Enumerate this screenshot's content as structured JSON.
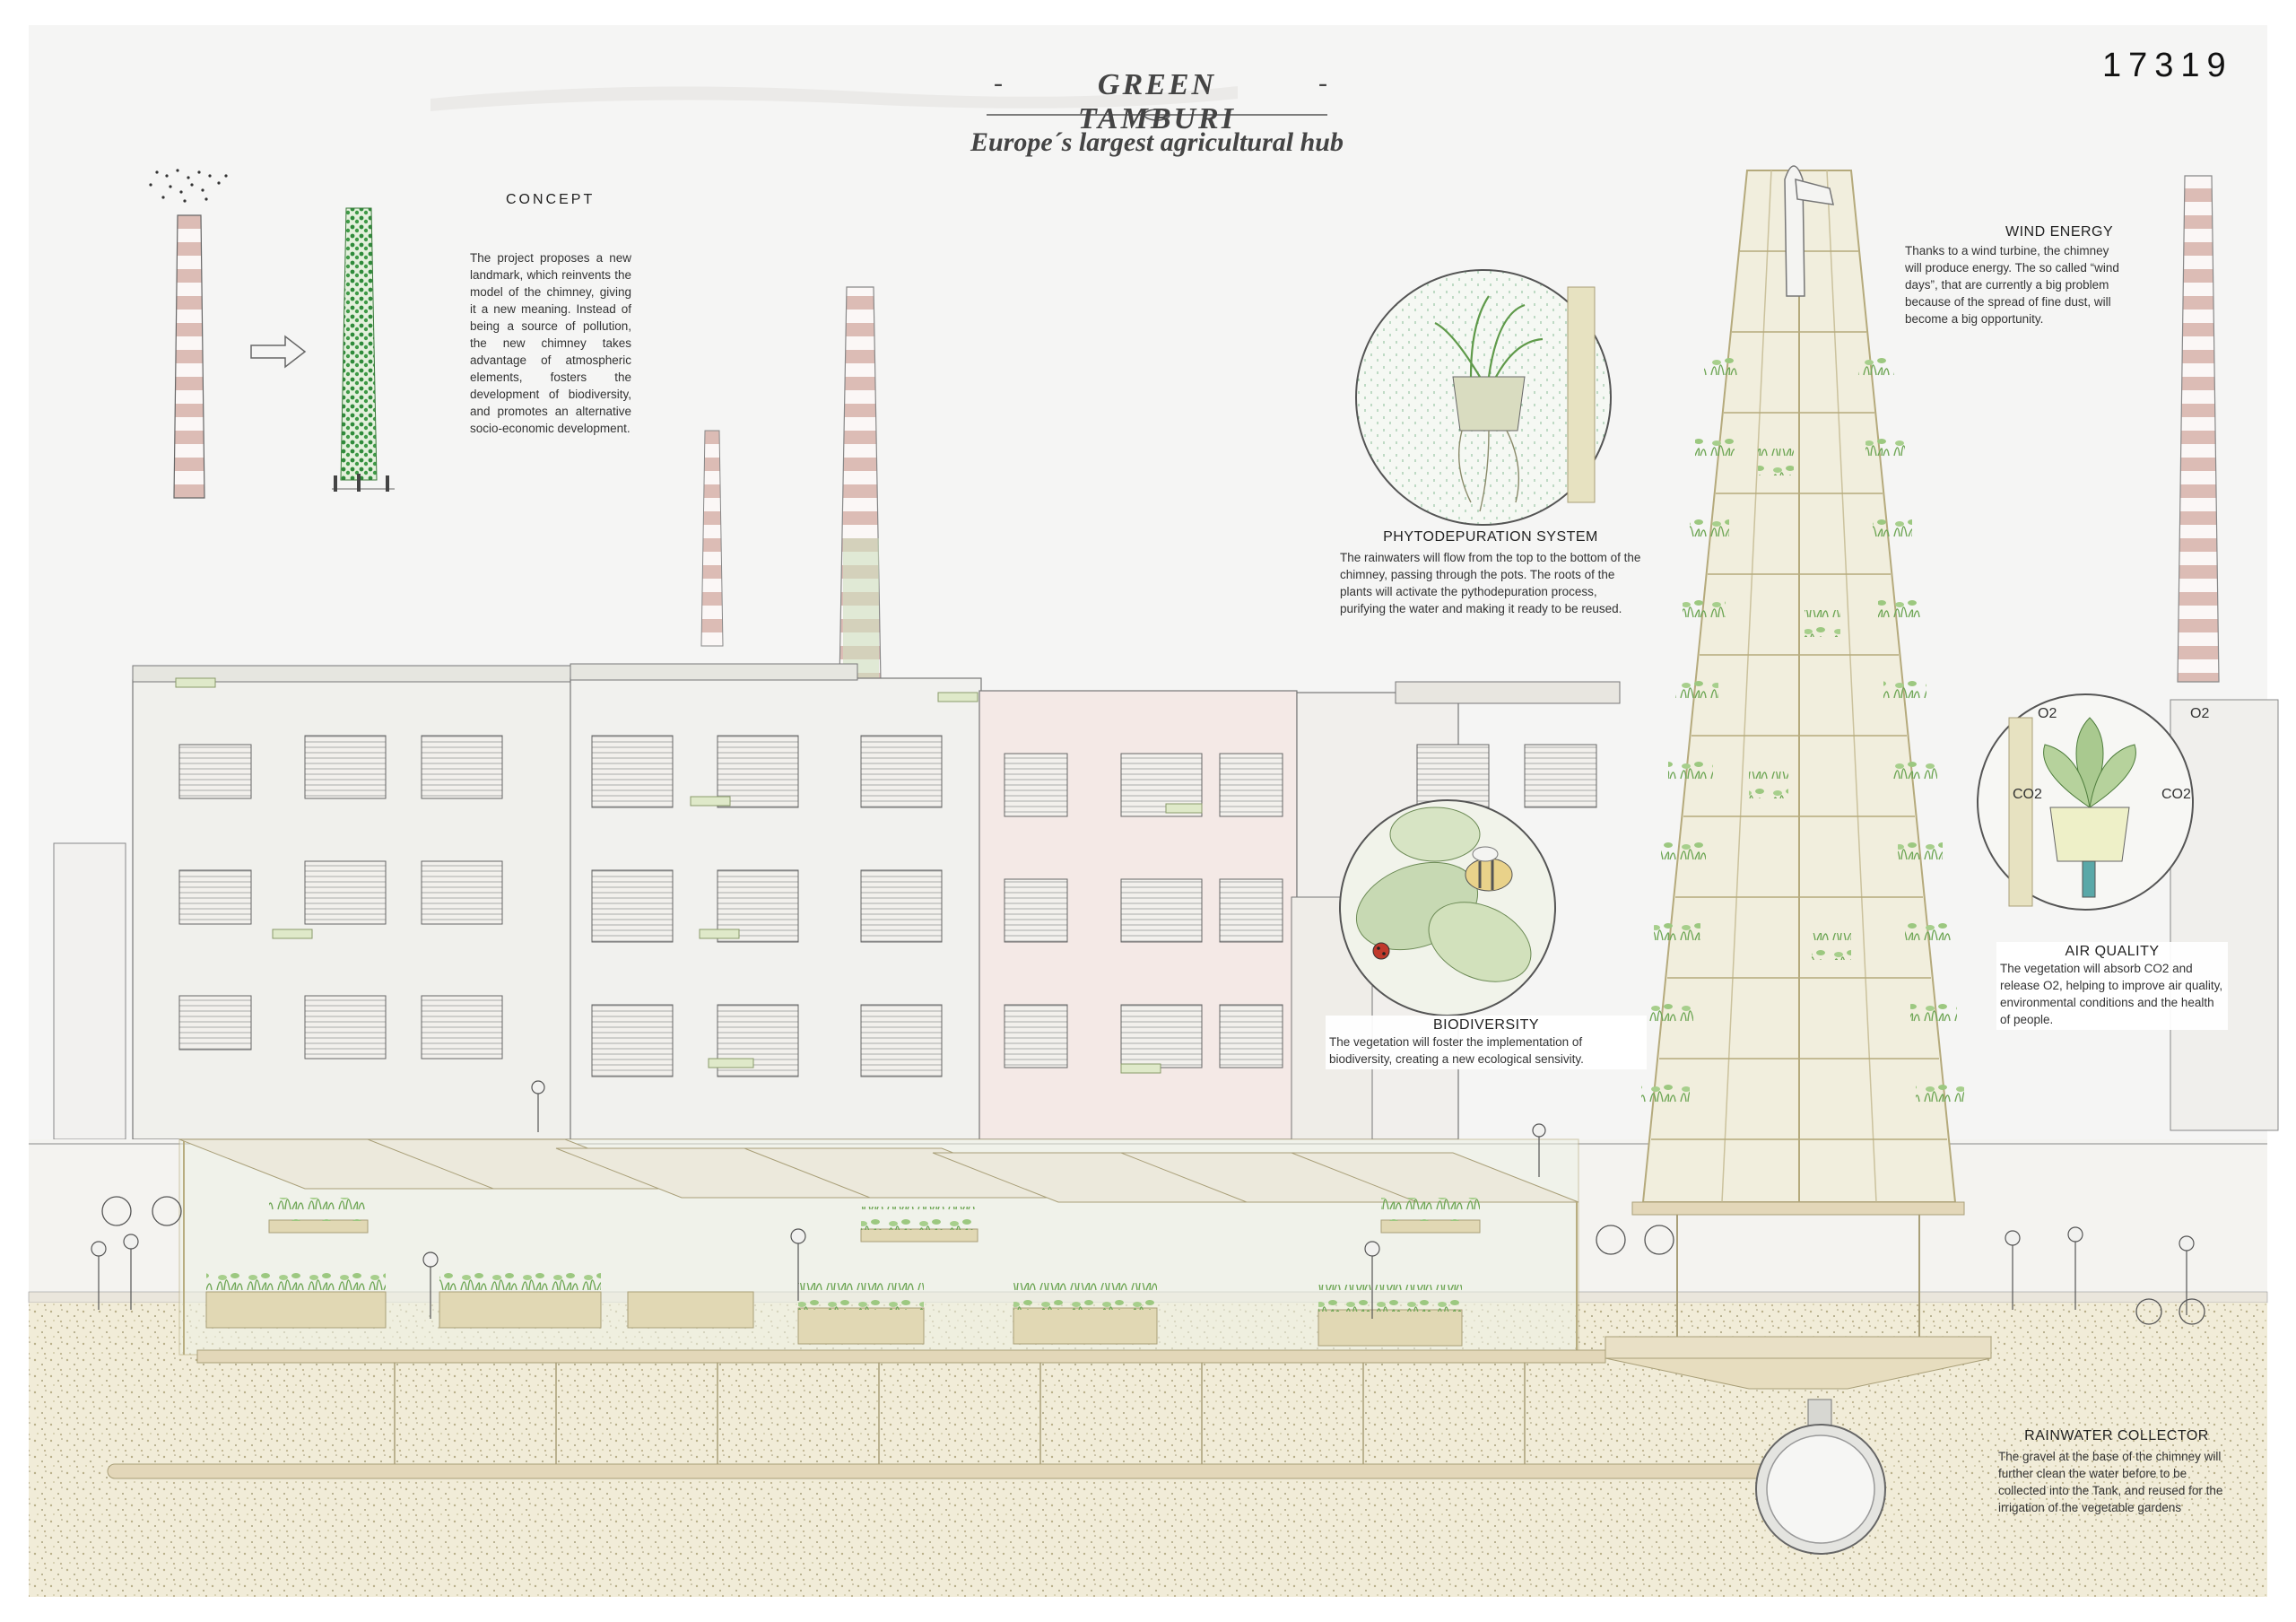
{
  "project_number": "17319",
  "title": {
    "main": "GREEN TAMBURI",
    "subtitle": "Europe´s largest agricultural hub"
  },
  "concept": {
    "heading": "CONCEPT",
    "text": "The project proposes a new landmark, which reinvents the model of the chimney, giving it a new meaning. Instead of being a source of pollution, the new chimney takes advantage of atmospheric elements, fosters the development of biodiversity, and promotes an alternative socio-economic development."
  },
  "wind_energy": {
    "heading": "WIND ENERGY",
    "text": "Thanks to a wind turbine, the chimney will produce energy. The so called “wind days”, that are currently a big problem because of the spread of fine dust, will become a big opportunity."
  },
  "phytodepuration": {
    "heading": "PHYTODEPURATION SYSTEM",
    "text": "The rainwaters will flow from the top to the bottom of the chimney, passing through the pots. The roots of the plants will activate the pythodepuration process, purifying the water and making it ready to be reused."
  },
  "biodiversity": {
    "heading": "BIODIVERSITY",
    "text": "The vegetation will foster the implementation of biodiversity, creating a new ecological sensivity."
  },
  "air_quality": {
    "heading": "AIR QUALITY",
    "text": "The vegetation will absorb CO2 and release O2, helping to improve air quality, environmental conditions and the health of people.",
    "labels": {
      "o2_left": "O2",
      "o2_right": "O2",
      "co2_left": "CO2",
      "co2_right": "CO2"
    }
  },
  "rainwater": {
    "heading": "RAINWATER COLLECTOR",
    "text": "The gravel at the base of the chimney will further clean the water before to be collected into the Tank, and reused for the irrigation of the vegetable gardens"
  },
  "colors": {
    "paper": "#f6f6f5",
    "chimney_stripe": "#d9b8b2",
    "plant_green": "#8db86a",
    "dark_green": "#2f8a3a",
    "wood": "#d9cfa8",
    "gravel": "#ebe4c8",
    "building_pink": "#f4e9e6",
    "line": "#6a6a6a",
    "pipe": "#e3d7b9"
  },
  "icons": [
    "arrow-icon",
    "bird-flock-icon",
    "wind-turbine-icon",
    "bee-icon",
    "ladybug-icon",
    "plant-pot-icon",
    "tank-icon"
  ]
}
